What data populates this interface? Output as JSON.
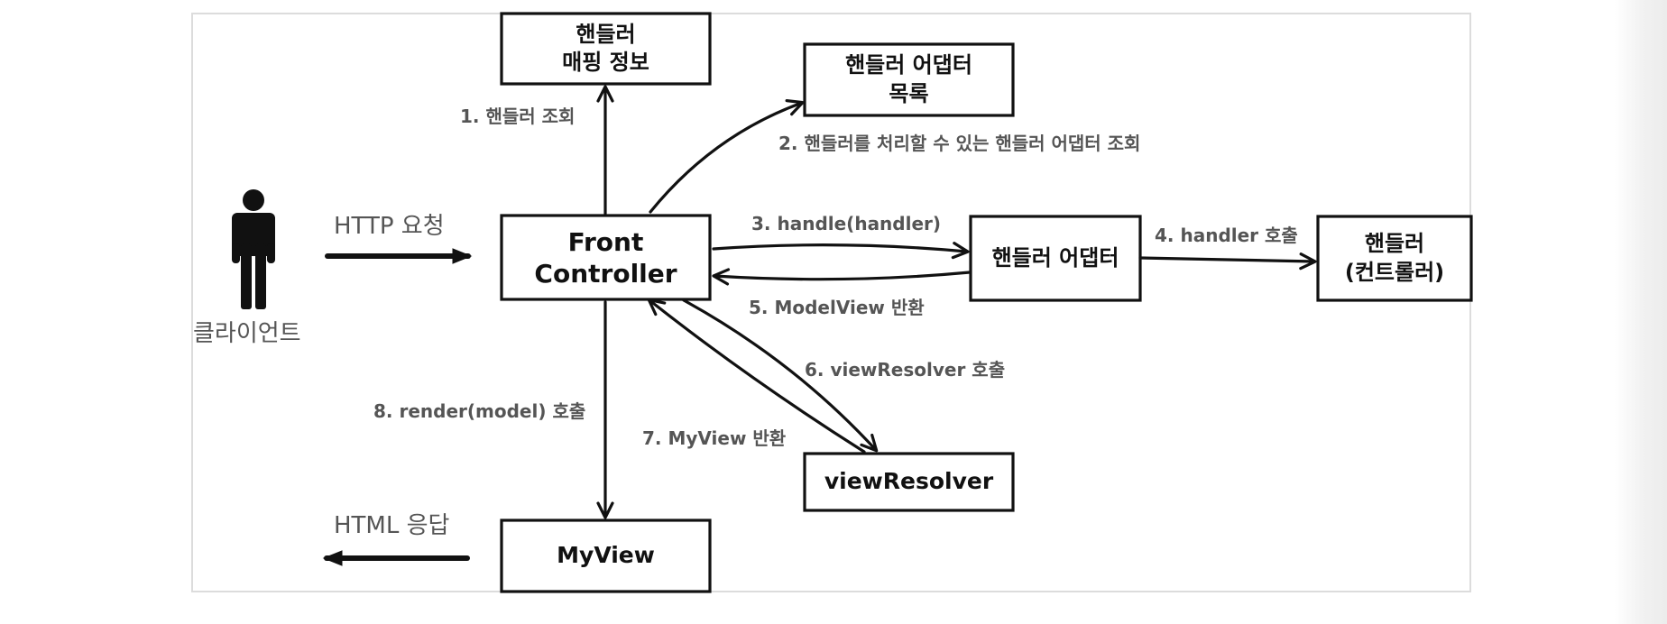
{
  "diagram": {
    "nodes": {
      "handler_mapping": "핸들러\n매핑 정보",
      "adapter_list": "핸들러 어댑터\n목록",
      "front_controller": "Front\nController",
      "handler_adapter": "핸들러 어댑터",
      "handler": "핸들러\n(컨트롤러)",
      "view_resolver": "viewResolver",
      "my_view": "MyView"
    },
    "client_label": "클라이언트",
    "http_request": "HTTP 요청",
    "html_response": "HTML 응답",
    "edges": {
      "e1": "1. 핸들러 조회",
      "e2": "2. 핸들러를 처리할 수 있는 핸들러 어댑터 조회",
      "e3": "3. handle(handler)",
      "e4": "4. handler 호출",
      "e5": "5. ModelView 반환",
      "e6": "6. viewResolver 호출",
      "e7": "7. MyView 반환",
      "e8": "8. render(model) 호출"
    }
  }
}
